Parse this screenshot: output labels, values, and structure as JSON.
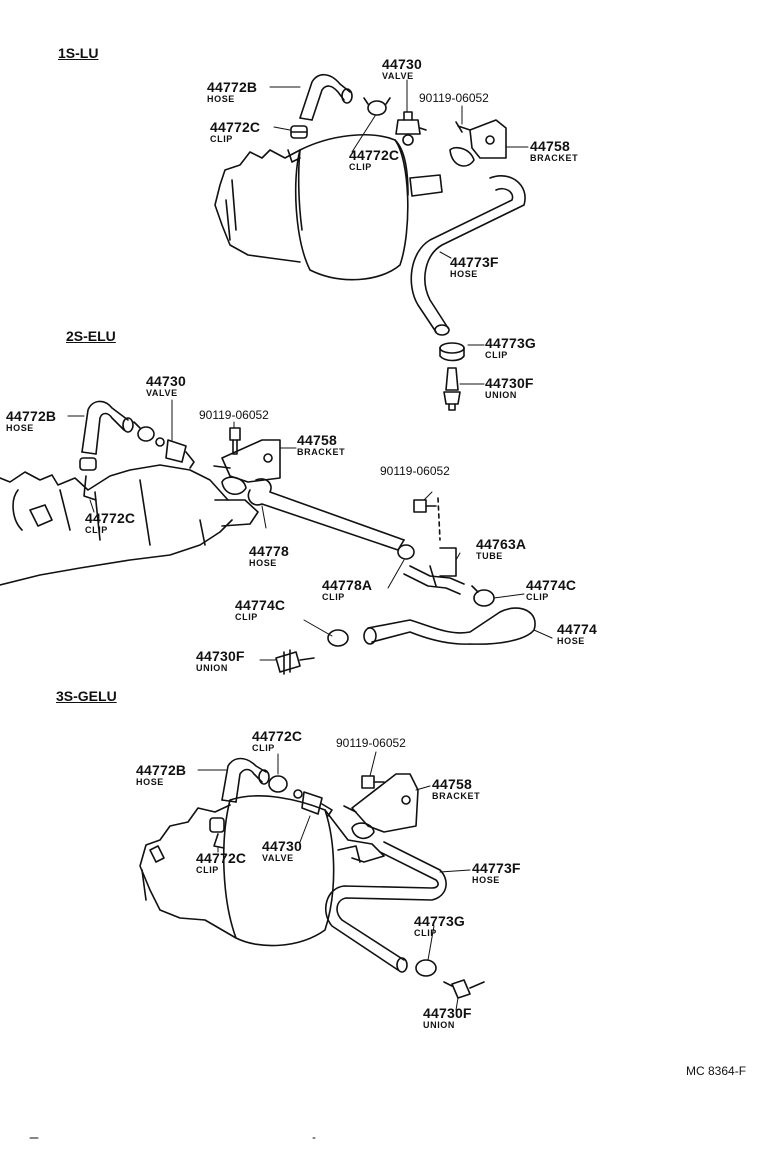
{
  "sections": [
    {
      "id": "1s-lu",
      "title": "1S-LU"
    },
    {
      "id": "2s-elu",
      "title": "2S-ELU"
    },
    {
      "id": "3s-gelu",
      "title": "3S-GELU"
    }
  ],
  "diagram_code": "MC 8364-F",
  "callouts": {
    "s1_hose_b": {
      "part": "44772B",
      "name": "HOSE"
    },
    "s1_valve": {
      "part": "44730",
      "name": "VALVE"
    },
    "s1_bolt": {
      "part": "90119-06052"
    },
    "s1_clip_c_left": {
      "part": "44772C",
      "name": "CLIP"
    },
    "s1_clip_c_mid": {
      "part": "44772C",
      "name": "CLIP"
    },
    "s1_bracket": {
      "part": "44758",
      "name": "BRACKET"
    },
    "s1_hose_f": {
      "part": "44773F",
      "name": "HOSE"
    },
    "s1_clip_g": {
      "part": "44773G",
      "name": "CLIP"
    },
    "s1_union_f": {
      "part": "44730F",
      "name": "UNION"
    },
    "s2_valve": {
      "part": "44730",
      "name": "VALVE"
    },
    "s2_hose_b": {
      "part": "44772B",
      "name": "HOSE"
    },
    "s2_bolt_a": {
      "part": "90119-06052"
    },
    "s2_bracket": {
      "part": "44758",
      "name": "BRACKET"
    },
    "s2_bolt_b": {
      "part": "90119-06052"
    },
    "s2_clip_c": {
      "part": "44772C",
      "name": "CLIP"
    },
    "s2_tube_a": {
      "part": "44763A",
      "name": "TUBE"
    },
    "s2_hose_78": {
      "part": "44778",
      "name": "HOSE"
    },
    "s2_clip_78a": {
      "part": "44778A",
      "name": "CLIP"
    },
    "s2_clip_74c_right": {
      "part": "44774C",
      "name": "CLIP"
    },
    "s2_clip_74c_left": {
      "part": "44774C",
      "name": "CLIP"
    },
    "s2_hose_74": {
      "part": "44774",
      "name": "HOSE"
    },
    "s2_union_f": {
      "part": "44730F",
      "name": "UNION"
    },
    "s3_clip_c_top": {
      "part": "44772C",
      "name": "CLIP"
    },
    "s3_bolt": {
      "part": "90119-06052"
    },
    "s3_hose_b": {
      "part": "44772B",
      "name": "HOSE"
    },
    "s3_bracket": {
      "part": "44758",
      "name": "BRACKET"
    },
    "s3_valve": {
      "part": "44730",
      "name": "VALVE"
    },
    "s3_clip_c_low": {
      "part": "44772C",
      "name": "CLIP"
    },
    "s3_hose_f": {
      "part": "44773F",
      "name": "HOSE"
    },
    "s3_clip_g": {
      "part": "44773G",
      "name": "CLIP"
    },
    "s3_union_f": {
      "part": "44730F",
      "name": "UNION"
    }
  }
}
